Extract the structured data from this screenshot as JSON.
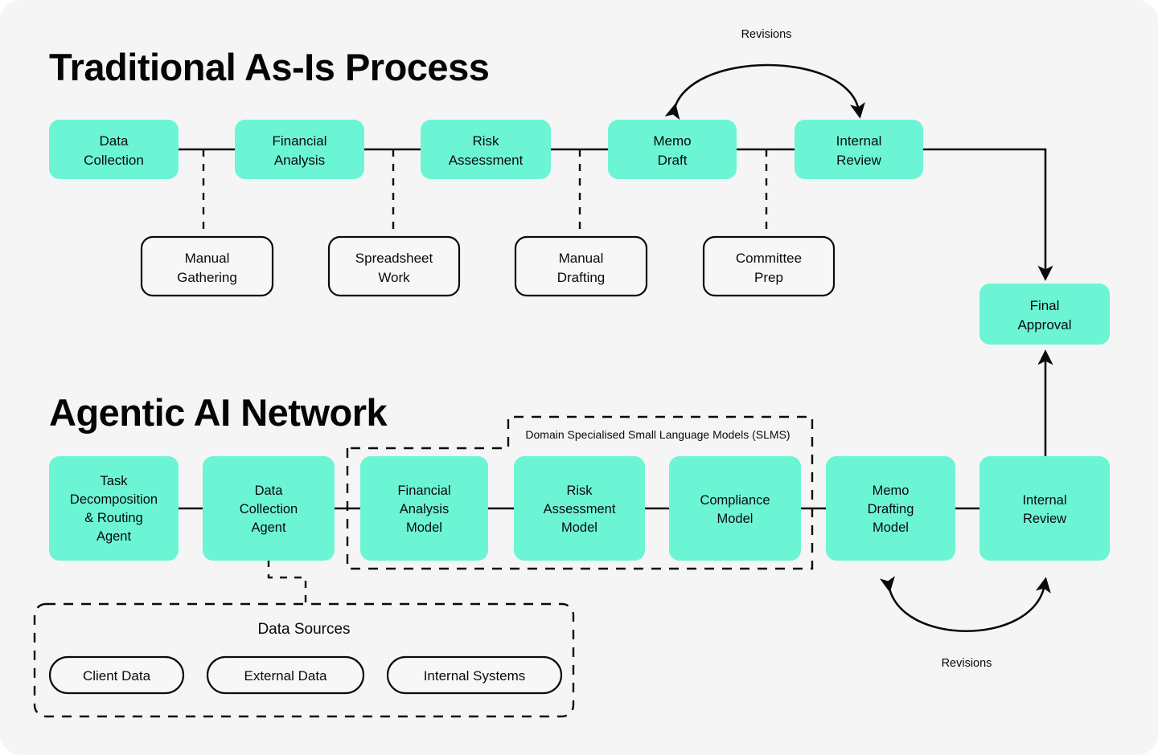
{
  "sections": [
    {
      "id": "traditional",
      "title": "Traditional As-Is Process",
      "main_nodes": [
        {
          "lines": [
            "Data",
            "Collection"
          ]
        },
        {
          "lines": [
            "Financial",
            "Analysis"
          ]
        },
        {
          "lines": [
            "Risk",
            "Assessment"
          ]
        },
        {
          "lines": [
            "Memo",
            "Draft"
          ]
        },
        {
          "lines": [
            "Internal",
            "Review"
          ]
        }
      ],
      "sub_nodes": [
        {
          "lines": [
            "Manual",
            "Gathering"
          ]
        },
        {
          "lines": [
            "Spreadsheet",
            "Work"
          ]
        },
        {
          "lines": [
            "Manual",
            "Drafting"
          ]
        },
        {
          "lines": [
            "Committee",
            "Prep"
          ]
        }
      ],
      "revisions_label": "Revisions",
      "final_node": {
        "lines": [
          "Final",
          "Approval"
        ]
      }
    },
    {
      "id": "agentic",
      "title": "Agentic AI Network",
      "agent_nodes": [
        {
          "lines": [
            "Task",
            "Decomposition",
            "& Routing",
            "Agent"
          ]
        },
        {
          "lines": [
            "Data",
            "Collection",
            "Agent"
          ]
        }
      ],
      "slms_group_label": "Domain Specialised Small Language Models (SLMS)",
      "slms_nodes": [
        {
          "lines": [
            "Financial",
            "Analysis",
            "Model"
          ]
        },
        {
          "lines": [
            "Risk",
            "Assessment",
            "Model"
          ]
        },
        {
          "lines": [
            "Compliance",
            "Model"
          ]
        }
      ],
      "tail_nodes": [
        {
          "lines": [
            "Memo",
            "Drafting",
            "Model"
          ]
        },
        {
          "lines": [
            "Internal",
            "Review"
          ]
        }
      ],
      "revisions_label": "Revisions",
      "data_sources": {
        "title": "Data Sources",
        "items": [
          "Client Data",
          "External Data",
          "Internal Systems"
        ]
      }
    }
  ],
  "colors": {
    "background": "#f5f5f5",
    "mint": "#6cf5d5",
    "ink": "#0a0a0a",
    "outline_fill": "#f7f7f7"
  }
}
